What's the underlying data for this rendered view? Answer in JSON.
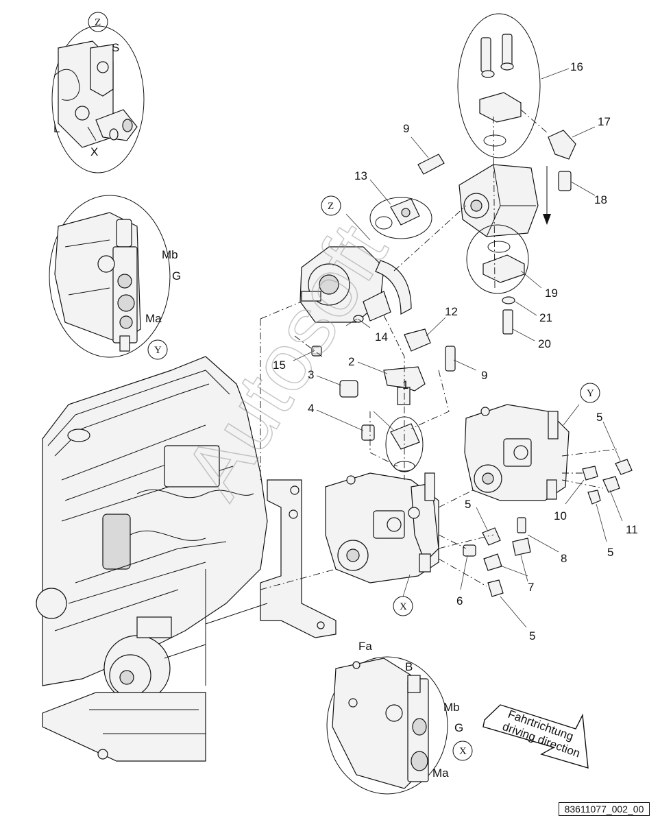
{
  "diagram": {
    "callouts": [
      "1",
      "2",
      "3",
      "4",
      "5",
      "6",
      "7",
      "8",
      "9",
      "10",
      "11",
      "12",
      "13",
      "14",
      "15",
      "16",
      "17",
      "18",
      "19",
      "20",
      "21"
    ],
    "detail_markers": {
      "z": "Z",
      "y": "Y",
      "x": "X"
    },
    "port_labels": {
      "s": "S",
      "l": "L",
      "x": "X",
      "mb": "Mb",
      "g": "G",
      "ma": "Ma",
      "fa": "Fa",
      "b": "B"
    },
    "direction_arrow": {
      "line1": "Fahrtrichtung",
      "line2": "driving direction"
    },
    "watermark": "Autosoft",
    "drawing_code": "83611077_002_00"
  }
}
